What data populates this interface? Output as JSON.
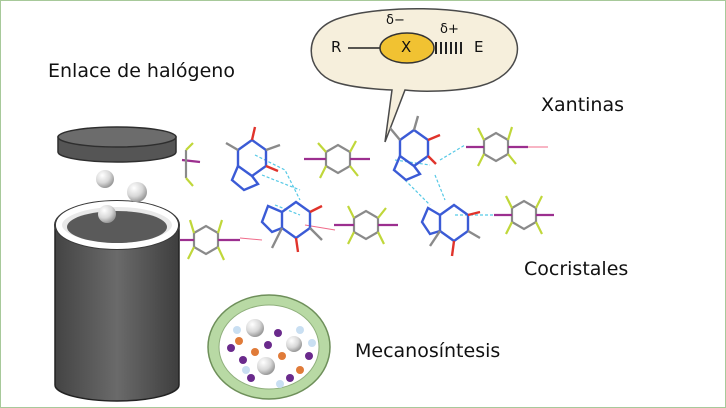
{
  "labels": {
    "halogen_bond": "Enlace de halógeno",
    "xanthines": "Xantinas",
    "cocrystals": "Cocristales",
    "mechanosynthesis": "Mecanosíntesis"
  },
  "bubble": {
    "left_group": "R",
    "halogen": "X",
    "partial_negative": "δ−",
    "partial_positive": "δ+",
    "acceptor": "E"
  },
  "colors": {
    "frame_border": "#a7c99a",
    "jar_body": "#555555",
    "jar_lid": "#585858",
    "halogen_ellipse": "#f1c232",
    "bubble_fill": "#f6efdc",
    "hydrogen_bond": "#56c9e6",
    "iodine": "#9c2f8f",
    "fluorine": "#c0d73a",
    "nitrogen": "#3b5bd6",
    "oxygen": "#e0332b",
    "carbon": "#8a8a8a",
    "dish_ring": "#b8d9a4"
  }
}
